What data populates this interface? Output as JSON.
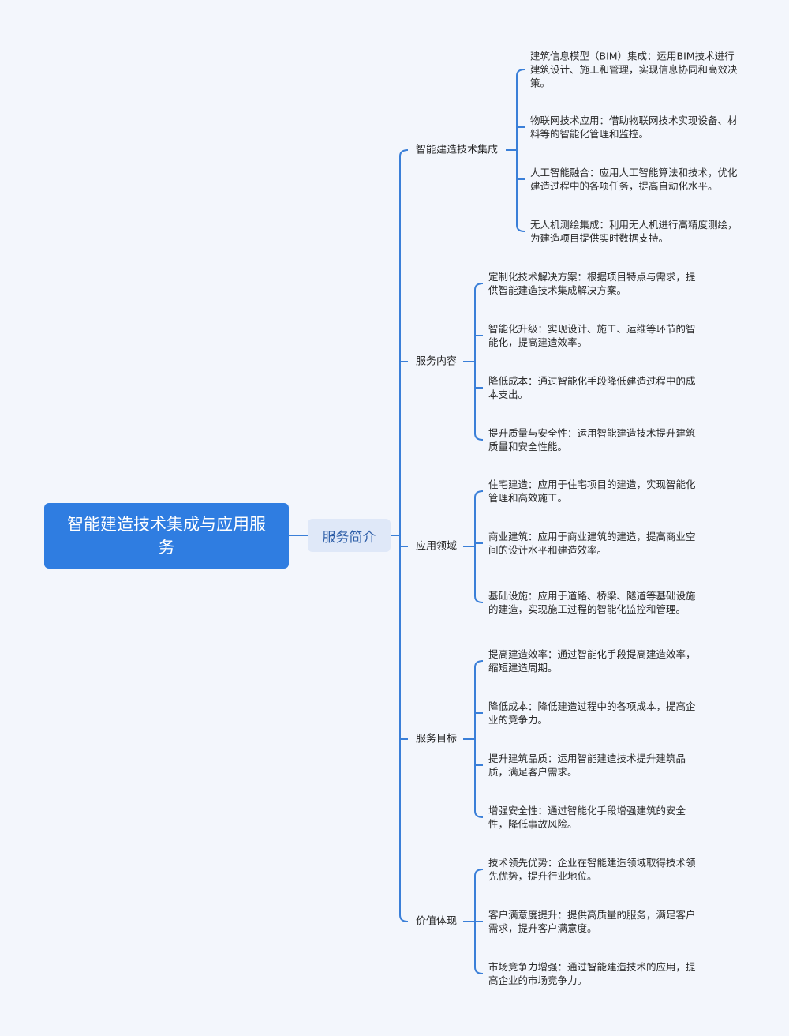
{
  "root": "智能建造技术集成与应用服务",
  "sub": "服务简介",
  "colors": {
    "line": "#3a7fd8",
    "root_bg": "#2f7de1",
    "sub_bg": "#dfe8f8"
  },
  "branches": [
    {
      "label": "智能建造技术集成",
      "leaves": [
        "建筑信息模型（BIM）集成：运用BIM技术进行建筑设计、施工和管理，实现信息协同和高效决策。",
        "物联网技术应用：借助物联网技术实现设备、材料等的智能化管理和监控。",
        "人工智能融合：应用人工智能算法和技术，优化建造过程中的各项任务，提高自动化水平。",
        "无人机测绘集成：利用无人机进行高精度测绘，为建造项目提供实时数据支持。"
      ]
    },
    {
      "label": "服务内容",
      "leaves": [
        "定制化技术解决方案：根据项目特点与需求，提供智能建造技术集成解决方案。",
        "智能化升级：实现设计、施工、运维等环节的智能化，提高建造效率。",
        "降低成本：通过智能化手段降低建造过程中的成本支出。",
        "提升质量与安全性：运用智能建造技术提升建筑质量和安全性能。"
      ]
    },
    {
      "label": "应用领域",
      "leaves": [
        "住宅建造：应用于住宅项目的建造，实现智能化管理和高效施工。",
        "商业建筑：应用于商业建筑的建造，提高商业空间的设计水平和建造效率。",
        "基础设施：应用于道路、桥梁、隧道等基础设施的建造，实现施工过程的智能化监控和管理。"
      ]
    },
    {
      "label": "服务目标",
      "leaves": [
        "提高建造效率：通过智能化手段提高建造效率，缩短建造周期。",
        "降低成本：降低建造过程中的各项成本，提高企业的竞争力。",
        "提升建筑品质：运用智能建造技术提升建筑品质，满足客户需求。",
        "增强安全性：通过智能化手段增强建筑的安全性，降低事故风险。"
      ]
    },
    {
      "label": "价值体现",
      "leaves": [
        "技术领先优势：企业在智能建造领域取得技术领先优势，提升行业地位。",
        "客户满意度提升：提供高质量的服务，满足客户需求，提升客户满意度。",
        "市场竞争力增强：通过智能建造技术的应用，提高企业的市场竞争力。"
      ]
    }
  ]
}
